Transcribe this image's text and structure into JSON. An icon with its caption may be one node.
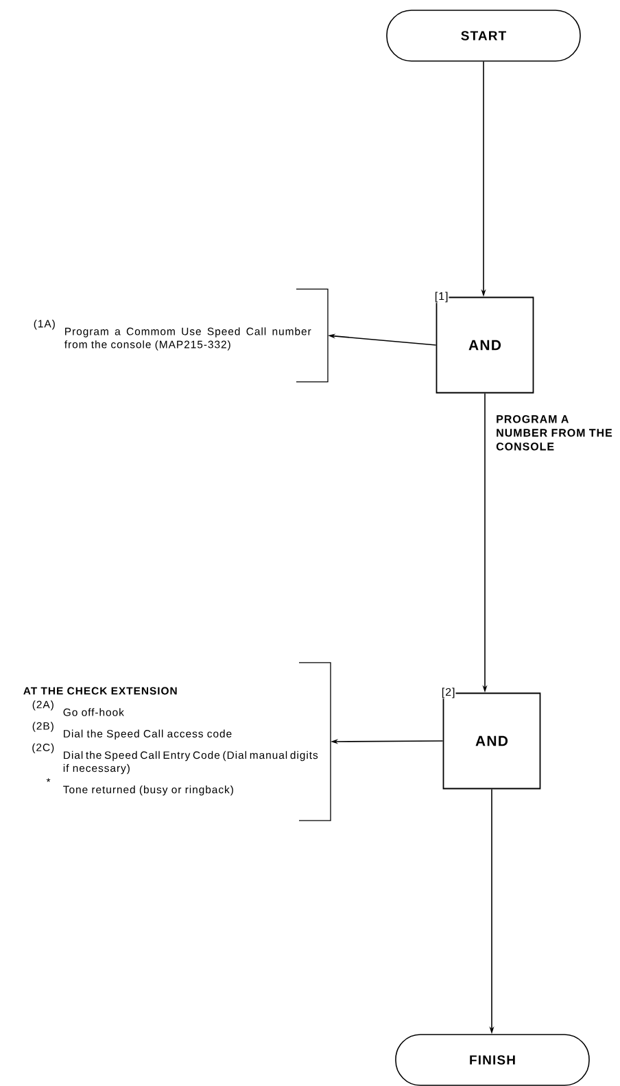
{
  "diagram": {
    "nodes": [
      {
        "text": [
          "START"
        ]
      },
      {
        "text": [
          "AND"
        ],
        "beside": [
          "[1]"
        ]
      },
      {
        "text": [
          "(1A)",
          "Program a Commom Use Speed Call number from the console (MAP215-332)"
        ]
      },
      {
        "text": [
          "AND"
        ],
        "beside": [
          "[2]"
        ]
      },
      {
        "text": [
          "AT THE CHECK EXTENSION",
          "(2A)",
          "Go off-hook",
          "(2B)",
          "Dial the Speed Call access code",
          "(2C)",
          "Dial the Speed Call Entry Code (Dial manual digits if necessary)",
          "*",
          "Tone returned (busy or ringback)"
        ]
      },
      {
        "text": [
          "FINISH"
        ]
      }
    ],
    "edges": [
      {
        "from": 0,
        "to": 1,
        "arrow": "to"
      },
      {
        "from": 1,
        "to": 2,
        "arrow": "to"
      },
      {
        "from": 1,
        "to": 3,
        "arrow": "to",
        "label": "PROGRAM A NUMBER FROM THE CONSOLE"
      },
      {
        "from": 3,
        "to": 4,
        "arrow": "to"
      },
      {
        "from": 3,
        "to": 5,
        "arrow": "to"
      }
    ]
  }
}
